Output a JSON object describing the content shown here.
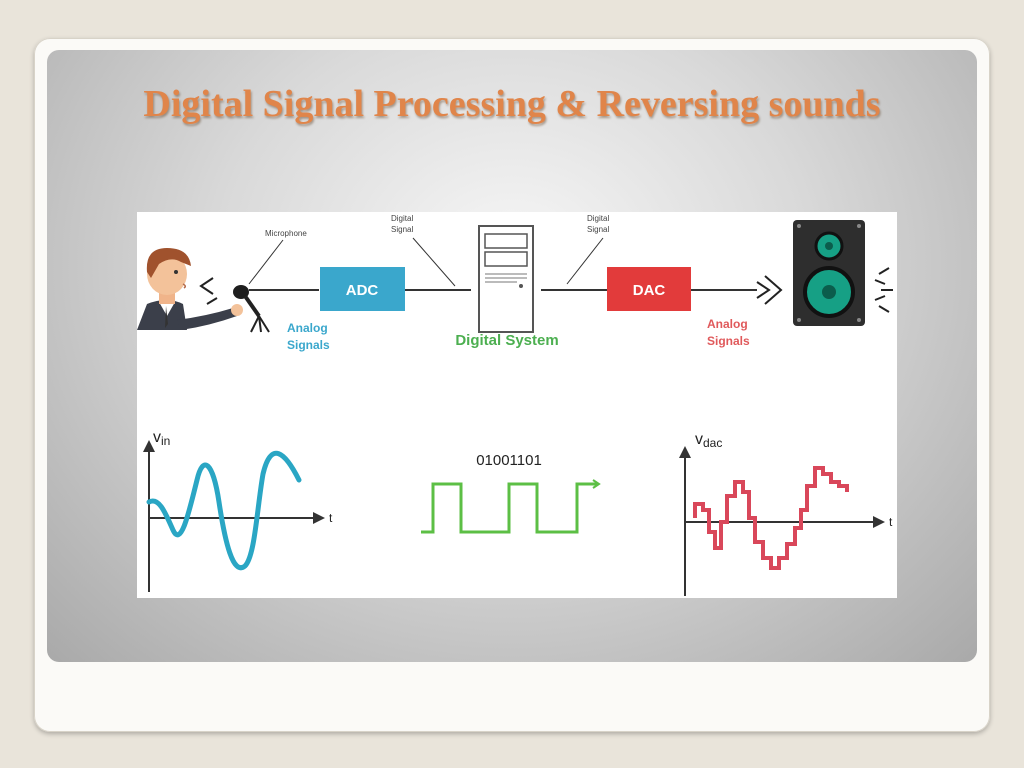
{
  "slide": {
    "title": "Digital Signal Processing & Reversing sounds"
  },
  "diagram": {
    "labels": {
      "microphone": "Microphone",
      "digital_signal_line1": "Digital",
      "digital_signal_line2": "Signal",
      "adc": "ADC",
      "dac": "DAC",
      "analog_signals_in_line1": "Analog",
      "analog_signals_in_line2": "Signals",
      "analog_signals_out_line1": "Analog",
      "analog_signals_out_line2": "Signals",
      "digital_system": "Digital System",
      "bits": "01001101",
      "vin_main": "v",
      "vin_sub": "in",
      "vdac_main": "v",
      "vdac_sub": "dac",
      "t_axis_1": "t",
      "t_axis_2": "t"
    },
    "colors": {
      "adc_box": "#3aa7cc",
      "dac_box": "#e23b3b",
      "analog_in_text": "#3aa7cc",
      "analog_out_text": "#e0595b",
      "digital_text": "#4caf50",
      "analog_wave": "#2aa6c4",
      "digital_wave": "#5cbf45",
      "dac_wave": "#d9475a",
      "speaker_body": "#2e2e2e",
      "speaker_cone": "#16a085"
    }
  }
}
